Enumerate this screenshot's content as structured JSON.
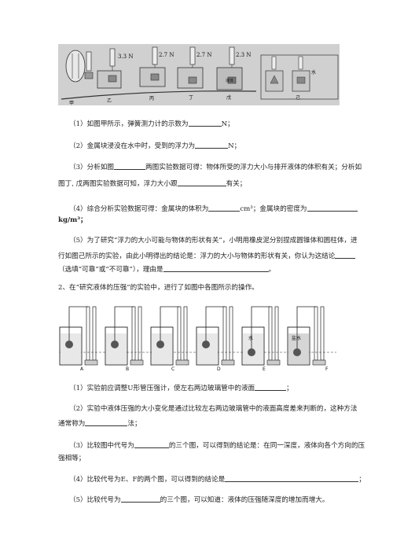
{
  "figure1": {
    "readings": [
      "3.3 N",
      "2.7 N",
      "2.7 N",
      "2.3 N"
    ],
    "labels": [
      "甲",
      "乙",
      "丙",
      "丁",
      "戊",
      "己"
    ],
    "liquid_label": "液体",
    "water_label": "水"
  },
  "part1": {
    "q1": {
      "before": "（1）如图甲所示，弹簧测力计的示数为",
      "after": "N；"
    },
    "q2": {
      "before": "（2）金属块浸没在水中时，受到的浮力为",
      "after": "N；"
    },
    "q3": {
      "line1_before": "（3）分析如图",
      "line1_after": "两图实验数据可得：物体所受的浮力大小与排开液体的体积有关；分析如",
      "line2_before": "图丁, 戊两图实验数据可知，浮力大小跟",
      "line2_after": "有关；"
    },
    "q4": {
      "line1_before": "（4）综合分析实验数据可得：金属块的体积为",
      "line1_mid": "cm³；金属块的密度为",
      "line2": "kg/m³；"
    },
    "q5": {
      "line1": "（5）为了研究“浮力的大小可能与物体的形状有关”，小明用橡皮泥分别捏成圆锥体和圆柱体，进",
      "line2_before": "行如图己所示的实验，由此小明得出的结论是：浮力的大小与物体的形状有关，你认为这结论",
      "line3_before": "（选填“可靠”或“不可靠”），理由是",
      "line3_after": "。"
    }
  },
  "part2": {
    "intro": "2、在“研究液体的压强”的实验中，进行了如图中各图所示的操作。",
    "figure_labels": [
      "A",
      "B",
      "C",
      "D",
      "E",
      "F"
    ],
    "water_label": "水",
    "brine_label": "盐水",
    "q1": {
      "before": "（1）实验前应调整U形管压强计，使左右两边玻璃管中的液面",
      "after": "；"
    },
    "q2": {
      "line1": "（2）实验中液体压强的大小变化是通过比较左右两边玻璃管中的液面高度差来判断的，这种方法",
      "line2_before": "通常称为",
      "line2_after": "法；"
    },
    "q3": {
      "line1_before": "（3）比较图中代号为",
      "line1_after": "的三个图，可以得到的结论是：在同一深度，液体向各个方向的压",
      "line2": "强相等；"
    },
    "q4": {
      "before": "（4）比较代号为E、F的两个图，可以得到的结论是",
      "after": "；"
    },
    "q5": {
      "before": "（5）比较代号为",
      "after": "的三个图，可以知道：液体的压强随深度的增加而增大。"
    }
  }
}
